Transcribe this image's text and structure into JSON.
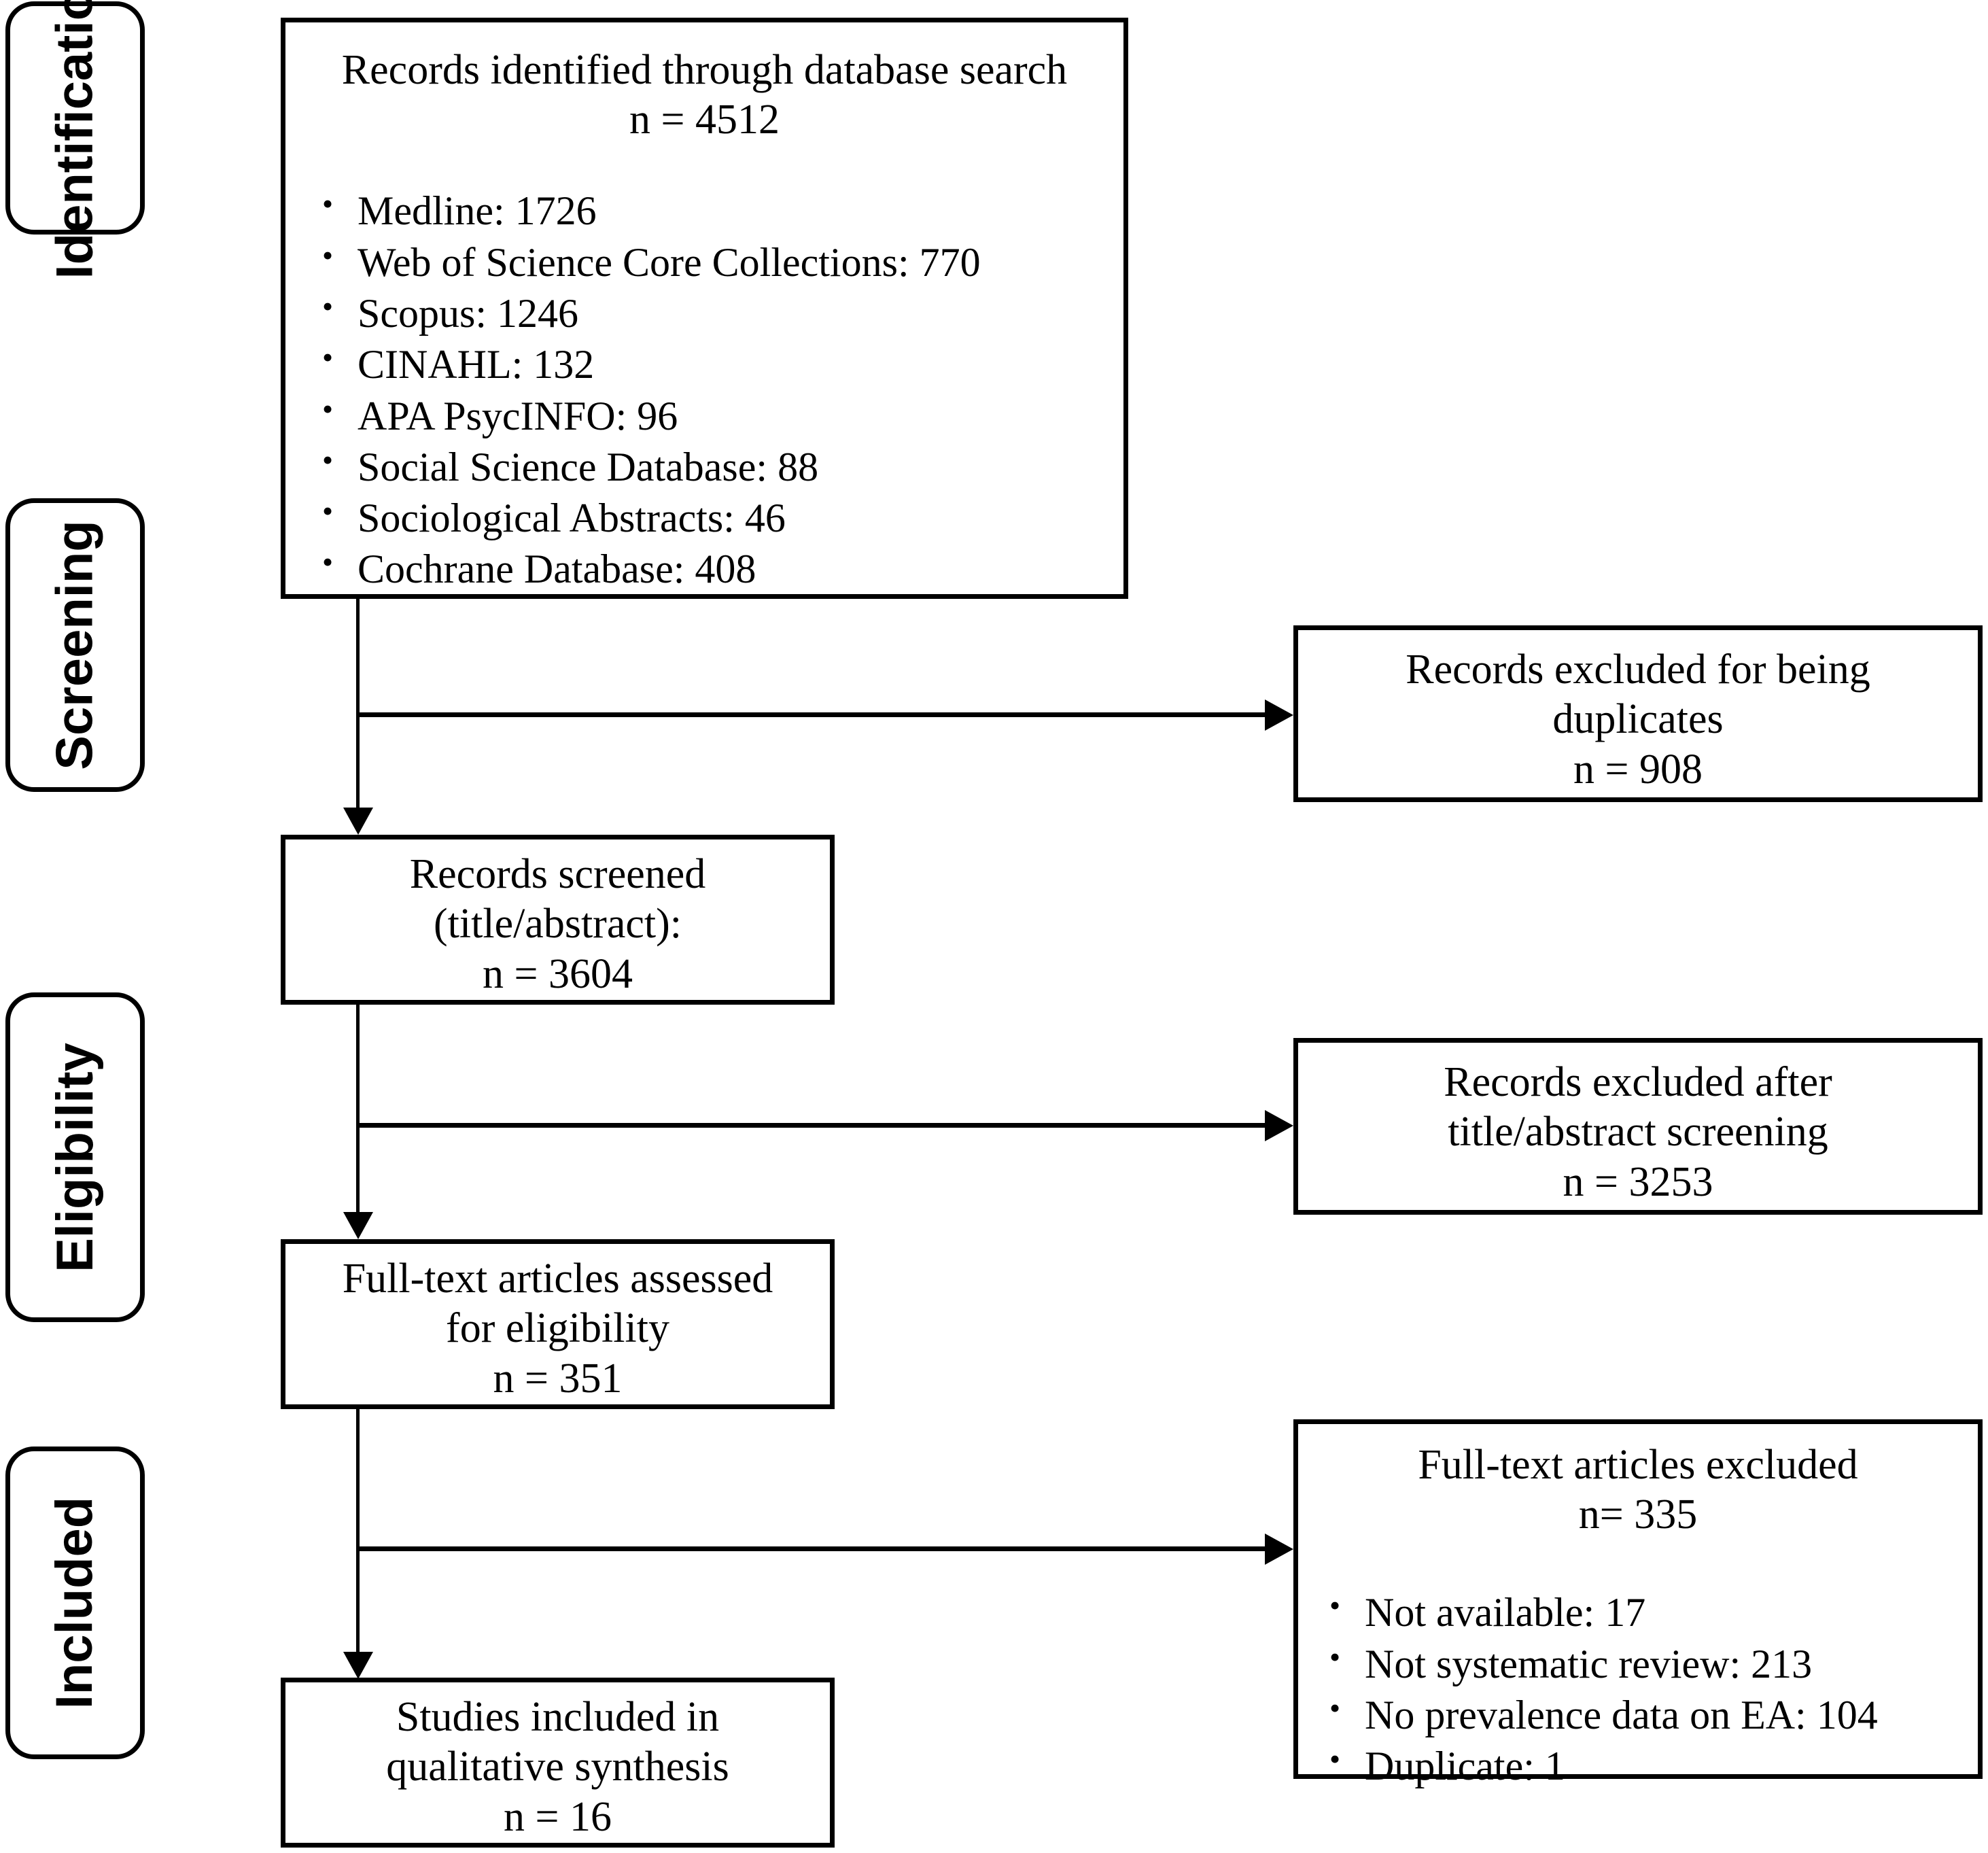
{
  "diagram": {
    "type": "prisma-flow-diagram",
    "stages": [
      {
        "id": "identification",
        "label": "Identification"
      },
      {
        "id": "screening",
        "label": "Screening"
      },
      {
        "id": "eligibility",
        "label": "Eligibility"
      },
      {
        "id": "included",
        "label": "Included"
      }
    ],
    "identification_box": {
      "title": "Records identified through database search",
      "count_label": "n = 4512",
      "sources": [
        "Medline: 1726",
        "Web of Science Core Collections: 770",
        "Scopus: 1246",
        "CINAHL: 132",
        "APA PsycINFO: 96",
        "Social Science Database: 88",
        "Sociological Abstracts: 46",
        "Cochrane Database: 408"
      ]
    },
    "duplicates_excluded_box": {
      "line1": "Records excluded for being",
      "line2": "duplicates",
      "count_label": "n = 908"
    },
    "records_screened_box": {
      "line1": "Records screened",
      "line2": "(title/abstract):",
      "count_label": "n = 3604"
    },
    "title_abstract_excluded_box": {
      "line1": "Records excluded after",
      "line2": "title/abstract screening",
      "count_label": "n = 3253"
    },
    "fulltext_assessed_box": {
      "line1": "Full-text articles assessed",
      "line2": "for eligibility",
      "count_label": "n = 351"
    },
    "fulltext_excluded_box": {
      "title": "Full-text articles excluded",
      "count_label": "n= 335",
      "reasons": [
        "Not available: 17",
        "Not systematic review: 213",
        "No prevalence data on EA: 104",
        "Duplicate: 1"
      ]
    },
    "studies_included_box": {
      "line1": "Studies included in",
      "line2": "qualitative synthesis",
      "count_label": "n = 16"
    },
    "colors": {
      "stroke": "#000000",
      "background": "#ffffff",
      "text": "#000000"
    }
  }
}
